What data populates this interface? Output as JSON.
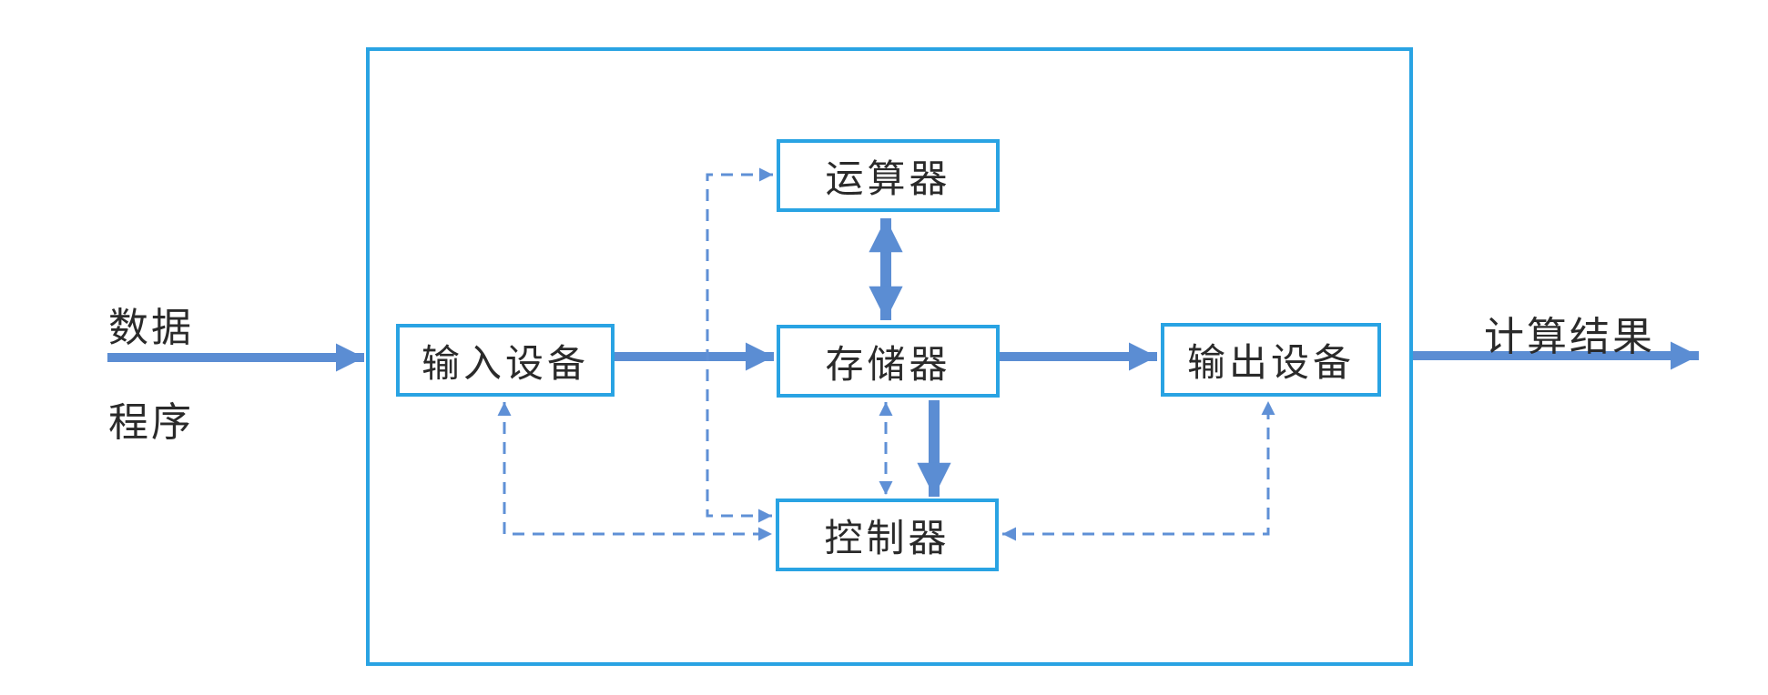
{
  "diagram": {
    "nodes": {
      "alu": "运算器",
      "memory": "存储器",
      "control": "控制器",
      "input": "输入设备",
      "output": "输出设备"
    },
    "labels": {
      "data": "数据",
      "program": "程序",
      "result": "计算结果"
    },
    "edges": [
      {
        "from": "external-data-program",
        "to": "system-boundary",
        "style": "solid"
      },
      {
        "from": "input",
        "to": "memory",
        "style": "solid"
      },
      {
        "from": "memory",
        "to": "output",
        "style": "solid"
      },
      {
        "from": "system-boundary",
        "to": "external-result",
        "style": "solid"
      },
      {
        "from": "alu",
        "to": "memory",
        "style": "solid-double"
      },
      {
        "from": "memory",
        "to": "control",
        "style": "solid"
      },
      {
        "from": "control",
        "to": "memory",
        "style": "dashed-double"
      },
      {
        "from": "control",
        "to": "alu",
        "style": "dashed-double"
      },
      {
        "from": "control",
        "to": "input",
        "style": "dashed-double"
      },
      {
        "from": "control",
        "to": "output",
        "style": "dashed-double"
      }
    ],
    "colors": {
      "frame": "#29a3e3",
      "arrow": "#5b8dd3",
      "dash": "#5f90d6",
      "text": "#2a2a2a",
      "bg": "#ffffff"
    }
  }
}
